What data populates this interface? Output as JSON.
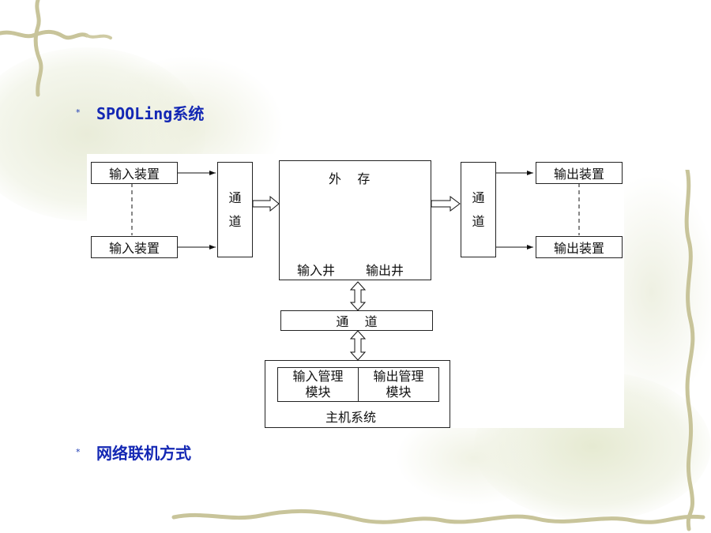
{
  "bullets": [
    {
      "marker": "*",
      "text": "SPOOLing系统"
    },
    {
      "marker": "*",
      "text": "网络联机方式"
    }
  ],
  "diagram": {
    "left_devices": [
      "输入装置",
      "输入装置"
    ],
    "left_channel": [
      "通",
      "道"
    ],
    "storage": {
      "title": "外    存",
      "input_well": "输入井",
      "output_well": "输出井"
    },
    "right_channel": [
      "通",
      "道"
    ],
    "right_devices": [
      "输出装置",
      "输出装置"
    ],
    "middle_channel": "通    道",
    "host": {
      "input_module": [
        "输入管理",
        "模块"
      ],
      "output_module": [
        "输出管理",
        "模块"
      ],
      "label": "主机系统"
    }
  },
  "colors": {
    "bullet_text": "#1428b4",
    "background_decor": "#e8ecd6"
  }
}
